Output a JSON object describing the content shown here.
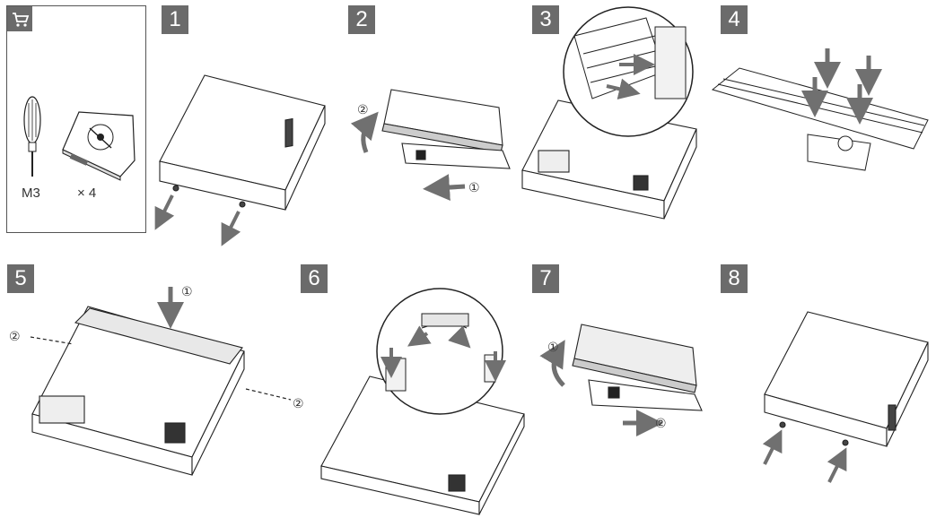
{
  "parts": {
    "screw_label": "M3",
    "quantity_label": "× 4"
  },
  "steps": [
    {
      "number": "1"
    },
    {
      "number": "2",
      "callouts": [
        "②",
        "①"
      ]
    },
    {
      "number": "3"
    },
    {
      "number": "4"
    },
    {
      "number": "5",
      "callouts": [
        "①",
        "②",
        "②"
      ]
    },
    {
      "number": "6"
    },
    {
      "number": "7",
      "callouts": [
        "①",
        "②"
      ]
    },
    {
      "number": "8"
    }
  ],
  "colors": {
    "badge": "#6b6b6b",
    "arrow": "#707070",
    "line": "#222222"
  },
  "icons": [
    "cart-icon",
    "screwdriver-icon",
    "hard-disk-icon"
  ]
}
